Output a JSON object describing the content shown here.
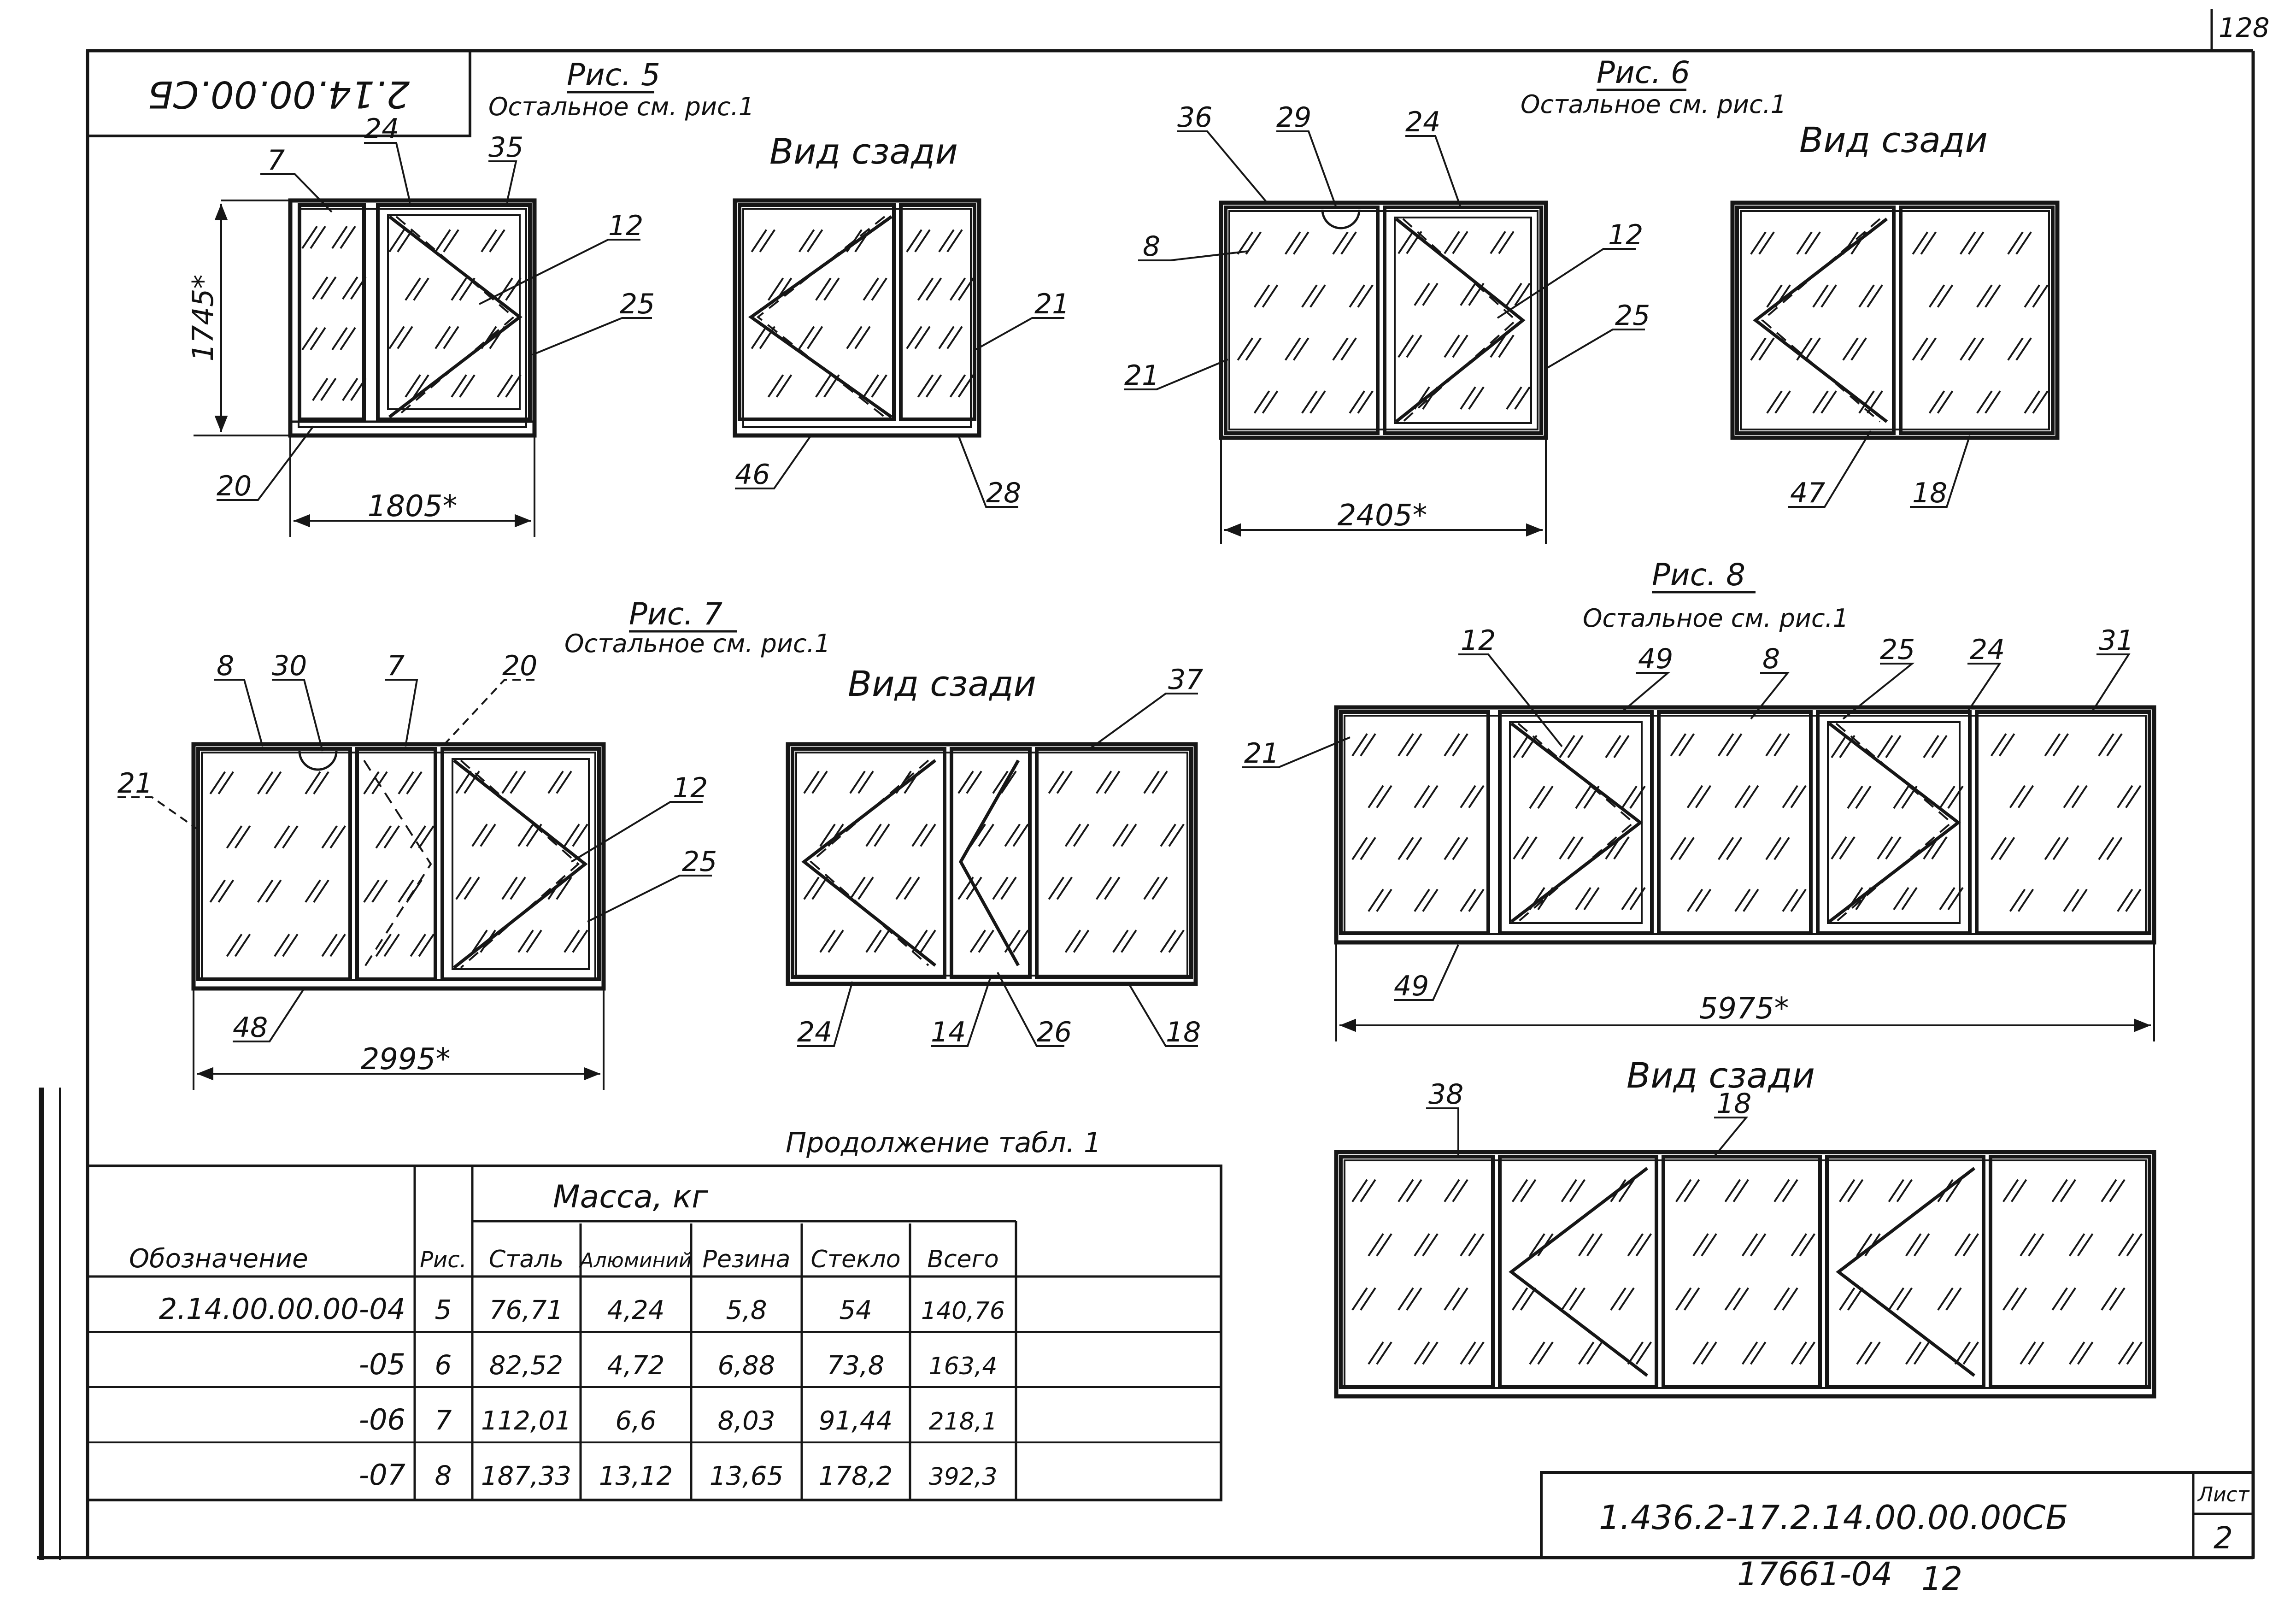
{
  "sheet": {
    "page_number": "128",
    "mirrored_code": "2.14.00.00.СБ",
    "title_code": "1.436.2-17.2.14.00.00.00СБ",
    "sheet_label": "Лист",
    "sheet_number": "2",
    "bottom_code": "17661-04",
    "bottom_number": "12"
  },
  "common": {
    "rest_note": "Остальное см. рис.1",
    "back_view": "Вид сзади"
  },
  "fig5": {
    "title": "Рис. 5",
    "height": "1745*",
    "width": "1805*",
    "callouts": [
      "7",
      "24",
      "35",
      "12",
      "25",
      "20"
    ],
    "back_callouts": [
      "21",
      "46",
      "28"
    ]
  },
  "fig6": {
    "title": "Рис. 6",
    "width": "2405*",
    "callouts": [
      "36",
      "29",
      "24",
      "8",
      "12",
      "25",
      "21"
    ],
    "back_callouts": [
      "47",
      "18"
    ]
  },
  "fig7": {
    "title": "Рис. 7",
    "width": "2995*",
    "callouts": [
      "8",
      "30",
      "7",
      "20",
      "21",
      "12",
      "25",
      "48"
    ],
    "back_callouts": [
      "37",
      "24",
      "14",
      "26",
      "18"
    ]
  },
  "fig8": {
    "title": "Рис. 8",
    "width": "5975*",
    "callouts": [
      "12",
      "49",
      "8",
      "25",
      "24",
      "31",
      "21",
      "49"
    ],
    "back_callouts": [
      "38",
      "18"
    ]
  },
  "table": {
    "caption": "Продолжение табл. 1",
    "mass_header": "Масса, кг",
    "col_designation": "Обозначение",
    "col_fig": "Рис.",
    "cols": [
      "Сталь",
      "Алюминий",
      "Резина",
      "Стекло",
      "Всего"
    ],
    "rows": [
      {
        "designation": "2.14.00.00.00-04",
        "fig": "5",
        "values": [
          "76,71",
          "4,24",
          "5,8",
          "54",
          "140,76"
        ]
      },
      {
        "designation": "-05",
        "fig": "6",
        "values": [
          "82,52",
          "4,72",
          "6,88",
          "73,8",
          "163,4"
        ]
      },
      {
        "designation": "-06",
        "fig": "7",
        "values": [
          "112,01",
          "6,6",
          "8,03",
          "91,44",
          "218,1"
        ]
      },
      {
        "designation": "-07",
        "fig": "8",
        "values": [
          "187,33",
          "13,12",
          "13,65",
          "178,2",
          "392,3"
        ]
      }
    ]
  }
}
